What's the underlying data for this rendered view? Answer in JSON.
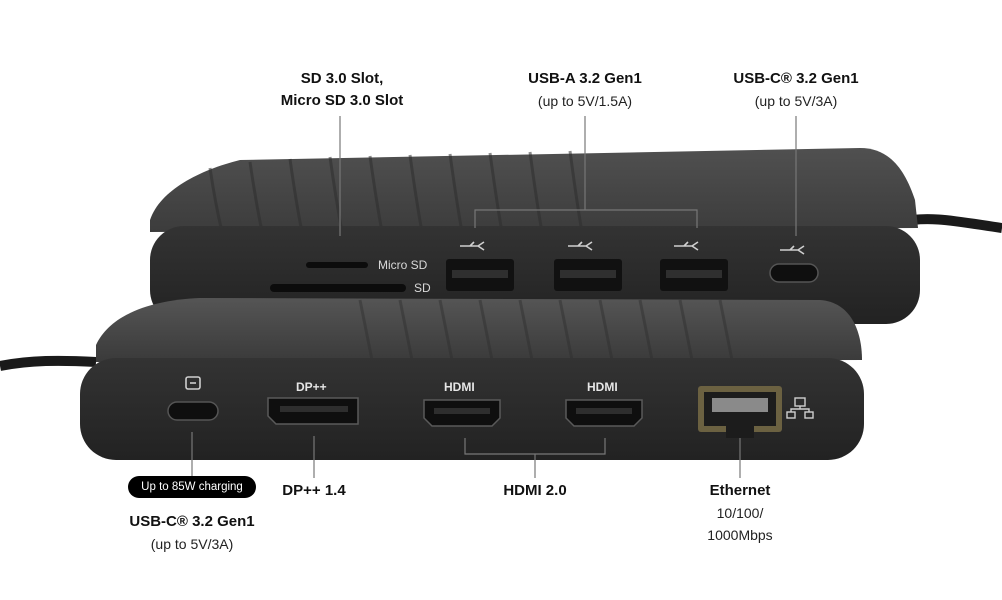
{
  "labels": {
    "sd": {
      "title_line1": "SD 3.0 Slot,",
      "title_line2": "Micro SD 3.0 Slot"
    },
    "usba": {
      "title": "USB-A 3.2 Gen1",
      "sub": "(up to 5V/1.5A)"
    },
    "usbc_top": {
      "title": "USB-C® 3.2 Gen1",
      "sub": "(up to 5V/3A)"
    },
    "usbc_bottom": {
      "title": "USB-C® 3.2 Gen1",
      "sub": "(up to 5V/3A)"
    },
    "charging_badge": "Up to 85W charging",
    "dp": {
      "title": "DP++ 1.4"
    },
    "hdmi": {
      "title": "HDMI 2.0"
    },
    "ethernet": {
      "title": "Ethernet",
      "sub_line1": "10/100/",
      "sub_line2": "1000Mbps"
    }
  },
  "device_printing": {
    "micro_sd": "Micro SD",
    "sd": "SD",
    "dp_port": "DP++",
    "hdmi_port_1": "HDMI",
    "hdmi_port_2": "HDMI"
  },
  "colors": {
    "device_body": "#3a3a3a",
    "device_face": "#2a2a2a",
    "port": "#111111",
    "badge_bg": "#000000"
  },
  "icons": [
    "usb-superspeed-icon",
    "charging-port-icon",
    "network-icon"
  ]
}
